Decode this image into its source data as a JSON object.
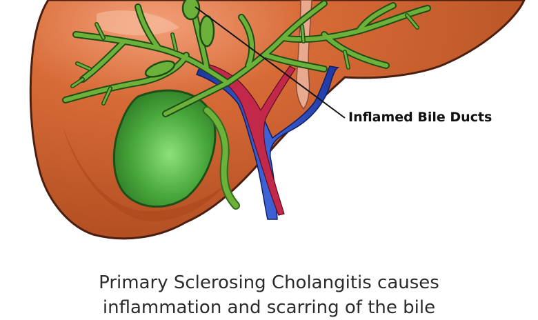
{
  "callout": {
    "label": "Inflamed Bile Ducts"
  },
  "caption": {
    "line1": "Primary Sclerosing Cholangitis causes",
    "line2": "inflammation and scarring of the bile"
  },
  "colors": {
    "liver": "#c95e2a",
    "liver_outline": "#4a1f0f",
    "gallbladder": "#48a53c",
    "bile_ducts": "#6cb13a",
    "vein": "#2a48b8",
    "artery": "#c2284a",
    "common_duct_tube": "#e8a98e"
  }
}
